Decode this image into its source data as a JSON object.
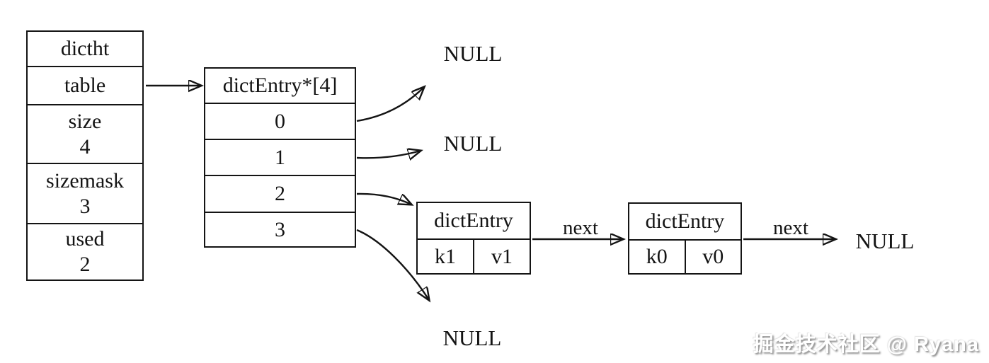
{
  "colors": {
    "ink": "#141414",
    "background": "#ffffff"
  },
  "dictht": {
    "title": "dictht",
    "table_field": "table",
    "fields": [
      {
        "label": "size",
        "value": "4"
      },
      {
        "label": "sizemask",
        "value": "3"
      },
      {
        "label": "used",
        "value": "2"
      }
    ]
  },
  "bucket_array": {
    "title": "dictEntry*[4]",
    "slots": [
      "0",
      "1",
      "2",
      "3"
    ]
  },
  "entries": [
    {
      "title": "dictEntry",
      "key": "k1",
      "value": "v1",
      "next_label": "next"
    },
    {
      "title": "dictEntry",
      "key": "k0",
      "value": "v0",
      "next_label": "next"
    }
  ],
  "nulls": {
    "slot0": "NULL",
    "slot1": "NULL",
    "slot3": "NULL",
    "chain_end": "NULL"
  },
  "watermark": "掘金技术社区 @ Ryana"
}
